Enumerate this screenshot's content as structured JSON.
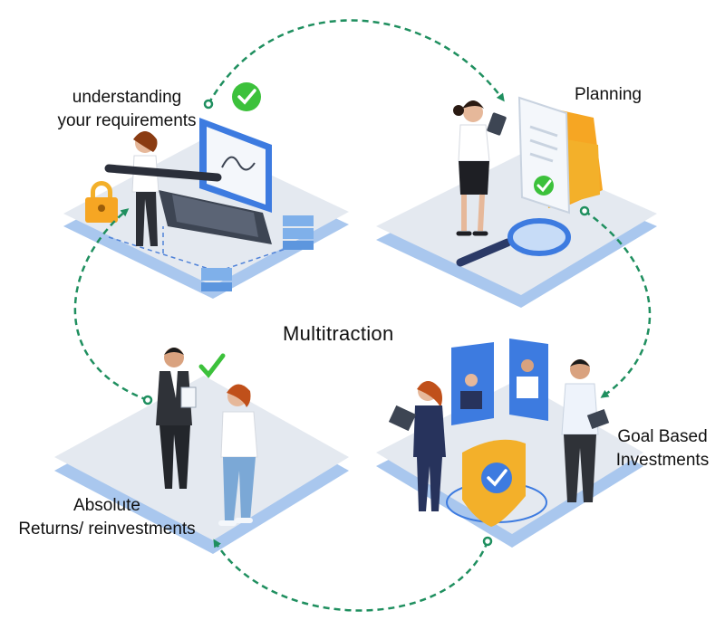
{
  "diagram": {
    "center_label": "Multitraction",
    "steps": [
      {
        "line1": "understanding",
        "line2": "your requirements"
      },
      {
        "line1": "Planning",
        "line2": ""
      },
      {
        "line1": "Goal Based",
        "line2": "Investments"
      },
      {
        "line1": "Absolute",
        "line2": "Returns/ reinvestments"
      }
    ],
    "colors": {
      "arrow": "#1f8f5f",
      "platform_top": "#e4e9f0",
      "platform_side": "#a9c7ee",
      "accent_blue": "#3d7be0",
      "accent_orange": "#f6a623",
      "check_green": "#3cc13b",
      "suit_navy": "#27335c"
    }
  }
}
